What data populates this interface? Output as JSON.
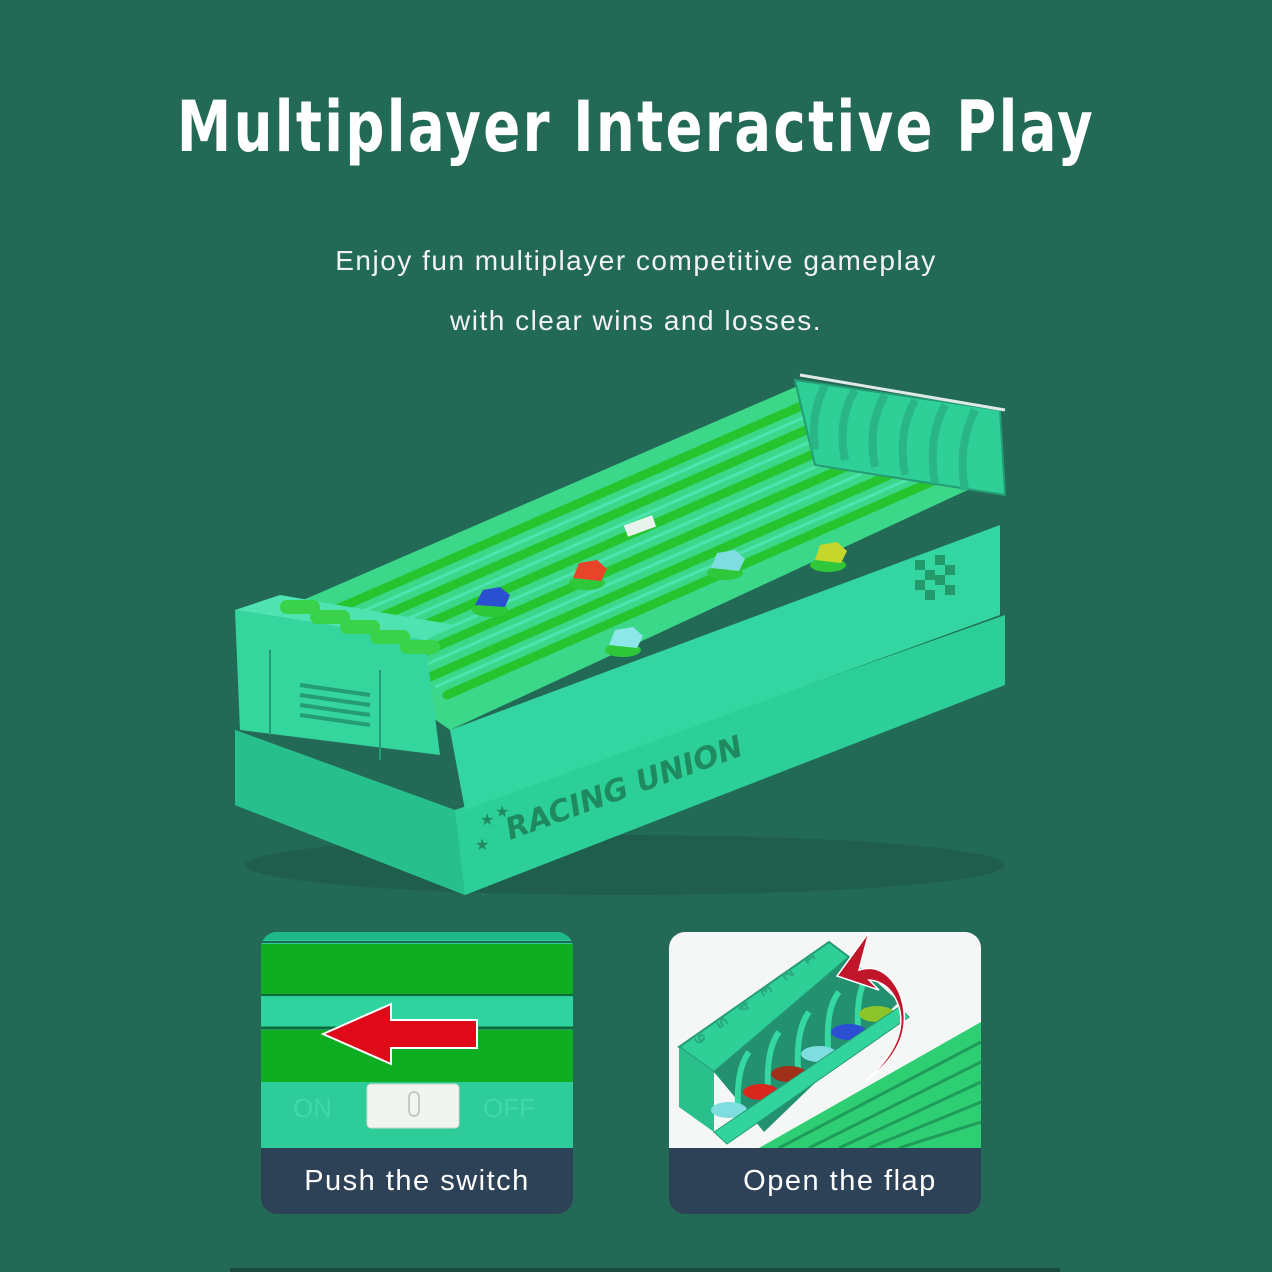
{
  "header": {
    "title": "Multiplayer Interactive Play",
    "subtitle_line1": "Enjoy fun multiplayer competitive gameplay",
    "subtitle_line2": "with clear wins and losses."
  },
  "product": {
    "brand_text": "RACING UNION",
    "lanes": 6,
    "horse_colors": [
      "#2a4fd0",
      "#e8442a",
      "#7fdde0",
      "#8ce8e8",
      "#c6d62a"
    ],
    "body_color": "#2fd29c",
    "lane_color": "#2fcf3c"
  },
  "panels": [
    {
      "caption": "Push the switch",
      "switch_on_label": "ON",
      "switch_off_label": "OFF",
      "arrow_direction": "left",
      "arrow_color": "#e0091a"
    },
    {
      "caption": "Open the flap",
      "gate_numbers": [
        "1",
        "2",
        "3",
        "4",
        "5",
        "6"
      ],
      "arrow_direction": "curved-up-left",
      "arrow_color": "#c0152a"
    }
  ],
  "colors": {
    "background": "#236a56",
    "caption_bar": "#2e4257",
    "text": "#ffffff"
  }
}
